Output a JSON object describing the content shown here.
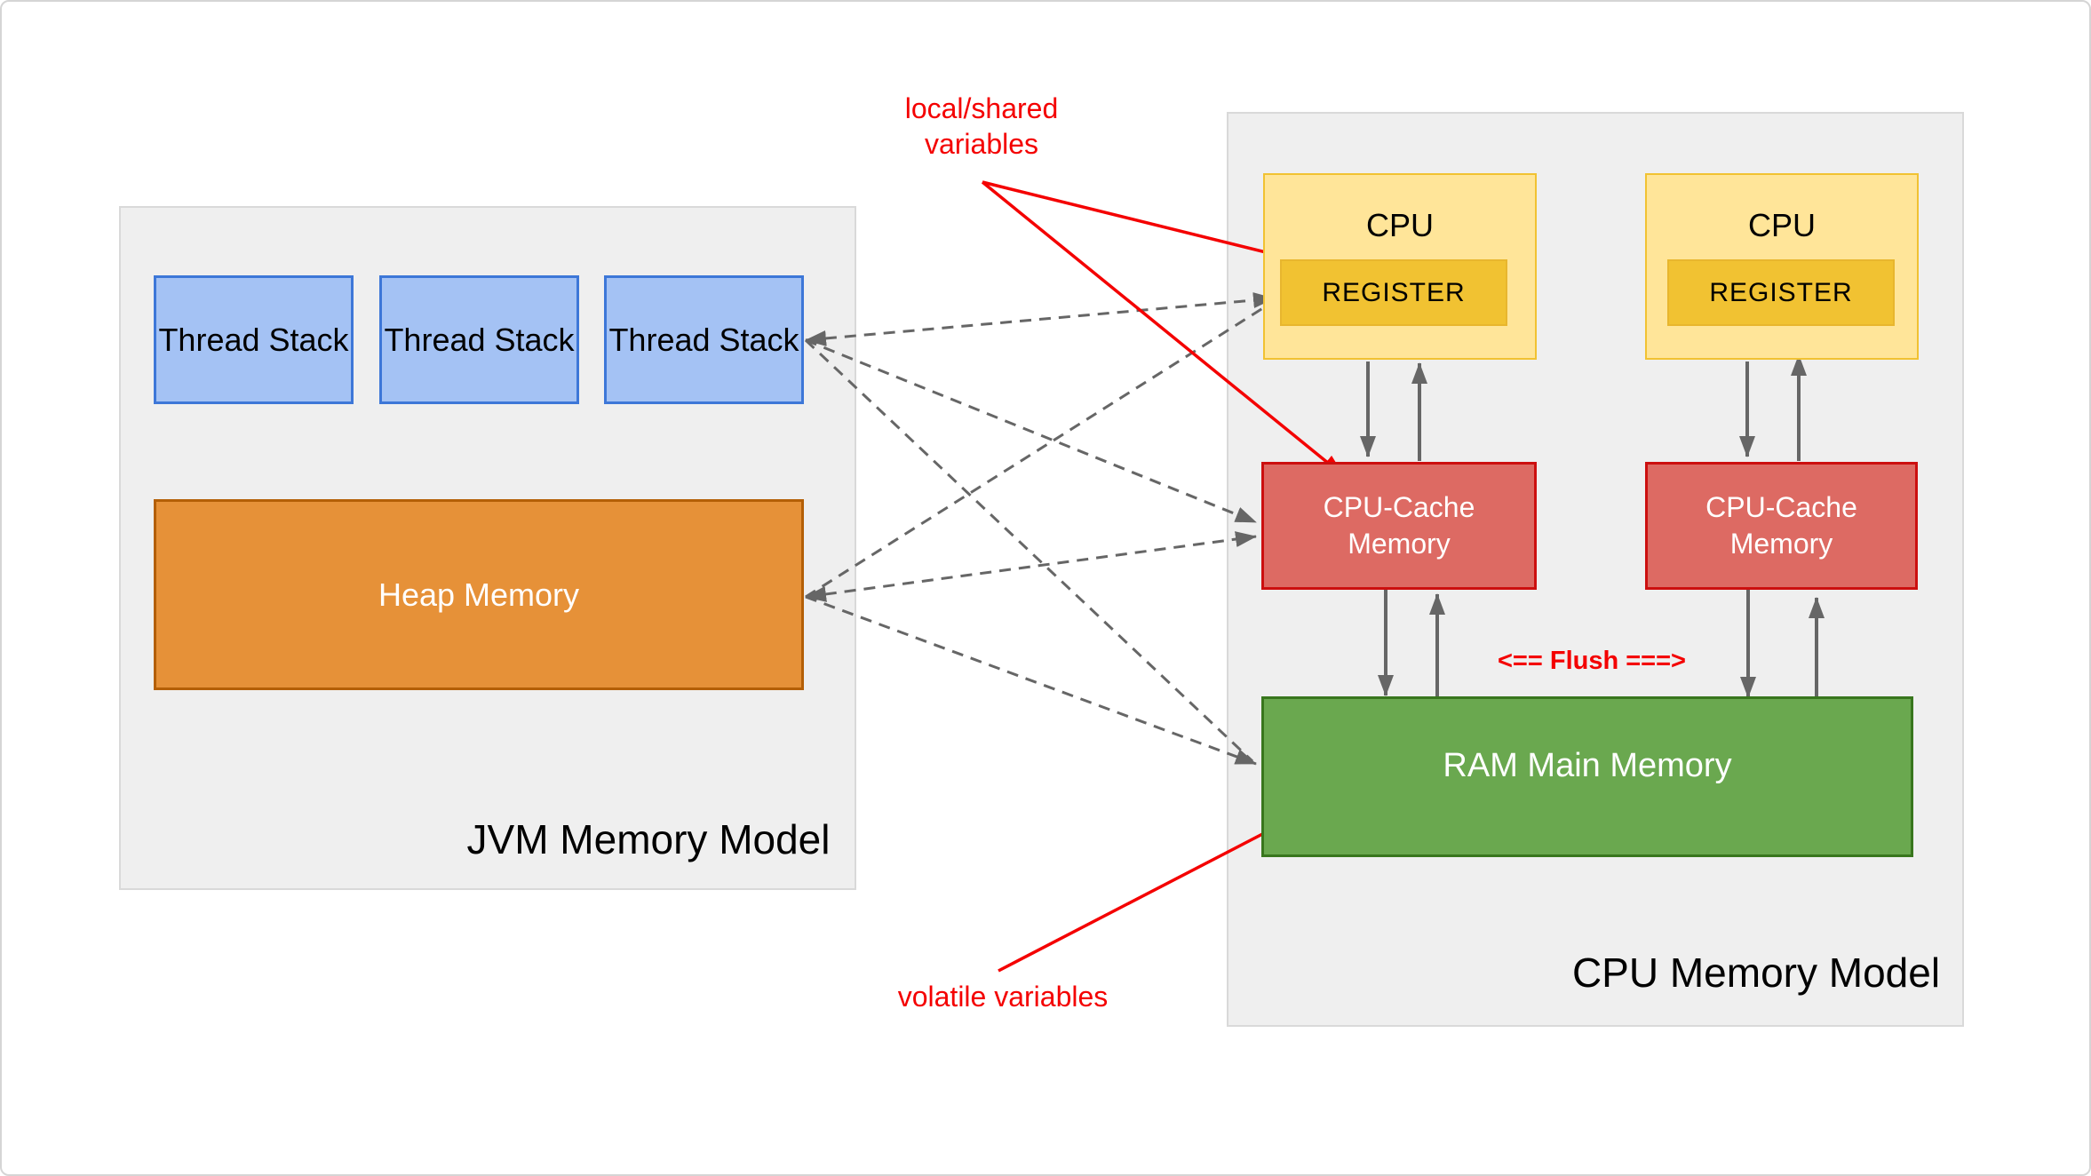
{
  "jvm": {
    "title": "JVM Memory Model",
    "thread_stacks": [
      {
        "label": "Thread Stack"
      },
      {
        "label": "Thread Stack"
      },
      {
        "label": "Thread Stack"
      }
    ],
    "heap": {
      "label": "Heap Memory"
    }
  },
  "cpu": {
    "title": "CPU Memory Model",
    "cpus": [
      {
        "label": "CPU",
        "register": "REGISTER"
      },
      {
        "label": "CPU",
        "register": "REGISTER"
      }
    ],
    "caches": [
      {
        "label": "CPU-Cache Memory"
      },
      {
        "label": "CPU-Cache Memory"
      }
    ],
    "ram": {
      "label": "RAM Main Memory"
    },
    "flush_label": "<== Flush ===>"
  },
  "annotations": {
    "local_shared_label": "local/shared variables",
    "volatile_label": "volatile variables"
  },
  "colors": {
    "panel_bg": "#efefef",
    "panel_border": "#d9d9d9",
    "thread_stack_fill": "#a4c2f4",
    "thread_stack_border": "#3d77d8",
    "heap_fill": "#e69138",
    "heap_border": "#b45f06",
    "cpu_fill": "#ffe599",
    "cpu_border": "#f1c232",
    "register_fill": "#f1c232",
    "register_border": "#e8b62e",
    "cache_fill": "#dd6a63",
    "cache_border": "#cc0f0f",
    "ram_fill": "#6aa84f",
    "ram_border": "#38761d",
    "arrow_gray": "#666666",
    "annotation_red": "#f40000"
  }
}
